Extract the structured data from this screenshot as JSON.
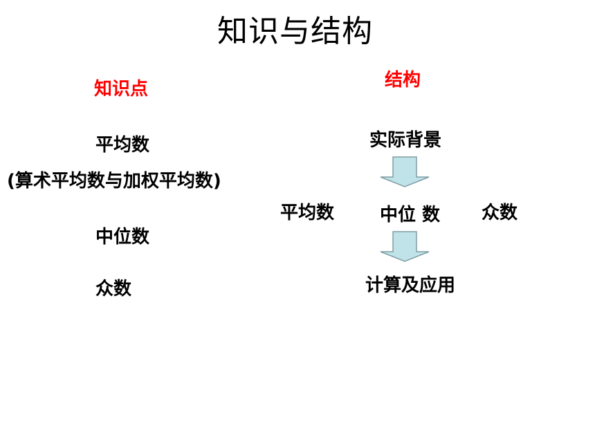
{
  "title": "知识与结构",
  "left": {
    "heading": "知识点",
    "items": [
      "平均数",
      "(算术平均数与加权平均数)",
      "中位数",
      "众数"
    ]
  },
  "right": {
    "heading": "结构",
    "top": "实际背景",
    "row": [
      "平均数",
      "中位 数",
      "众数"
    ],
    "bottom": "计算及应用"
  },
  "colors": {
    "accent": "#ff0000",
    "arrow_fill": "#bfe3e8",
    "arrow_stroke": "#7f9ea3"
  }
}
